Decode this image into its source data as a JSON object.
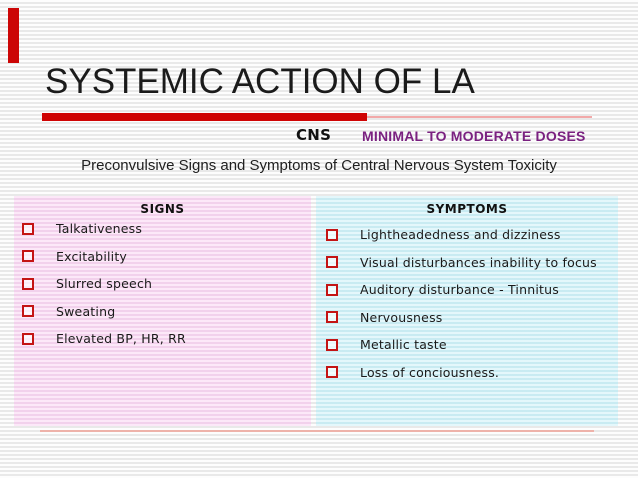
{
  "slide": {
    "title": "SYSTEMIC ACTION OF LA",
    "section_label": "CNS",
    "dose_label": "MINIMAL TO MODERATE DOSES",
    "subtitle": "Preconvulsive Signs and Symptoms of Central Nervous System Toxicity",
    "colors": {
      "accent_red": "#cc0606",
      "rule_red": "#cf0404",
      "rule_thin_salmon": "#f2a9a9",
      "dose_purple": "#7a2180",
      "signs_panel_pink": "#f9d6f2",
      "symptoms_panel_cyan": "#cdf1f8",
      "bullet_red": "#c41414"
    },
    "panels": {
      "signs": {
        "header": "SIGNS",
        "items": [
          "Talkativeness",
          "Excitability",
          "Slurred speech",
          "Sweating",
          "Elevated BP, HR, RR"
        ]
      },
      "symptoms": {
        "header": "SYMPTOMS",
        "items": [
          "Lightheadedness and dizziness",
          "Visual disturbances inability to focus",
          "Auditory disturbance - Tinnitus",
          "Nervousness",
          "Metallic taste",
          "Loss of conciousness."
        ]
      }
    }
  }
}
